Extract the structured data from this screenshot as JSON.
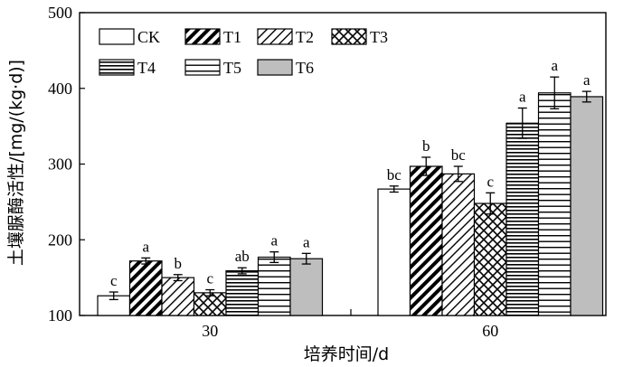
{
  "chart_data": {
    "type": "bar",
    "xlabel": "培养时间/d",
    "ylabel": "土壤脲酶活性/[mg/(kg·d)]",
    "ylim": [
      100,
      500
    ],
    "yticks": [
      100,
      200,
      300,
      400,
      500
    ],
    "grid": false,
    "legend_position": "top-left",
    "categories": [
      "30",
      "60"
    ],
    "series": [
      {
        "name": "CK",
        "pattern": "blank",
        "values": [
          126,
          267
        ],
        "errors": [
          5,
          4
        ],
        "labels": [
          "c",
          "bc"
        ]
      },
      {
        "name": "T1",
        "pattern": "diagonal-bold",
        "values": [
          172,
          297
        ],
        "errors": [
          4,
          12
        ],
        "labels": [
          "a",
          "b"
        ]
      },
      {
        "name": "T2",
        "pattern": "diagonal-fine",
        "values": [
          150,
          287
        ],
        "errors": [
          4,
          10
        ],
        "labels": [
          "b",
          "bc"
        ]
      },
      {
        "name": "T3",
        "pattern": "crosshatch",
        "values": [
          130,
          248
        ],
        "errors": [
          4,
          14
        ],
        "labels": [
          "c",
          "c"
        ]
      },
      {
        "name": "T4",
        "pattern": "horizontal-dense",
        "values": [
          159,
          354
        ],
        "errors": [
          4,
          20
        ],
        "labels": [
          "ab",
          "a"
        ]
      },
      {
        "name": "T5",
        "pattern": "horizontal-sparse",
        "values": [
          177,
          394
        ],
        "errors": [
          7,
          21
        ],
        "labels": [
          "a",
          "a"
        ]
      },
      {
        "name": "T6",
        "pattern": "solid-gray",
        "values": [
          175,
          389
        ],
        "errors": [
          7,
          7
        ],
        "labels": [
          "a",
          "a"
        ]
      }
    ],
    "colors": {
      "gray_fill": "#bebebe",
      "stroke": "#000000"
    }
  }
}
